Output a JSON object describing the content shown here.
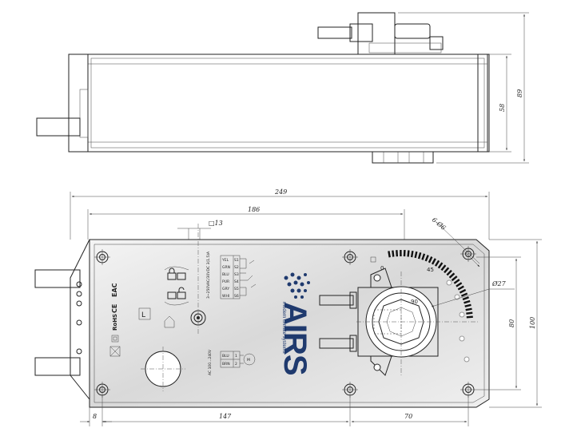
{
  "dimensions": {
    "overall_length": "249",
    "hole_spacing_top": "186",
    "shaft_square": "□13",
    "left_offset": "8",
    "hole_spacing_bottom": "147",
    "right_offset": "70",
    "depth_inner": "58",
    "depth_total": "89",
    "height_inner": "80",
    "height_total": "100",
    "mount_hole": "6-Ø6",
    "shaft_diameter": "Ø27"
  },
  "scale_marks": {
    "zero": "0",
    "mid": "45",
    "max": "90"
  },
  "wiring": {
    "colors": [
      "YEL",
      "GRN",
      "BLU",
      "PUR",
      "GRY",
      "WHI"
    ],
    "pins": [
      "S1",
      "S2",
      "S3",
      "S4",
      "S5",
      "S6"
    ],
    "power_colors": [
      "BLU",
      "BRN"
    ],
    "power_pins": [
      "1",
      "2"
    ],
    "aux_rating": "3~250VAC/30VDC 3(1.5)A",
    "power_rating": "AC 100...240V"
  },
  "labels": {
    "brand": "AIRS",
    "slogan": "modern climate systems",
    "certification_eac": "EAC",
    "certification_ce": "CE",
    "certification_rohs": "RoHS",
    "manual_mark": "L"
  },
  "colors": {
    "line": "#222222",
    "plate": "#e6e6e6",
    "accent": "#1f3a6e"
  }
}
